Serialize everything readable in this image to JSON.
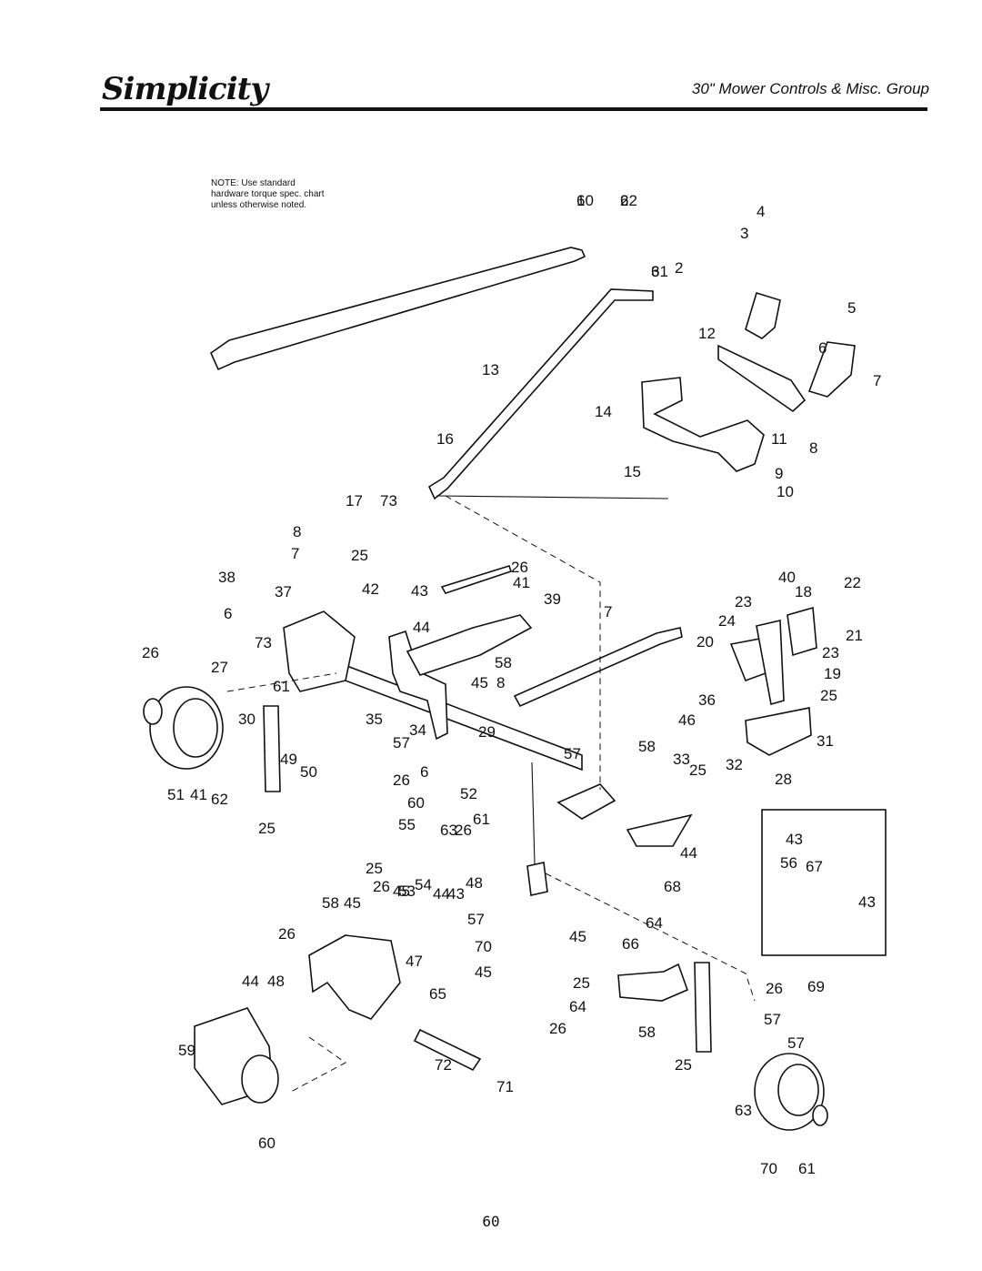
{
  "header": {
    "brand": "Simplicity",
    "title": "30\" Mower Controls & Misc. Group"
  },
  "note": {
    "text": "NOTE: Use standard hardware torque spec. chart unless otherwise noted."
  },
  "callouts": [
    "1",
    "2",
    "3",
    "2",
    "3",
    "4",
    "5",
    "6",
    "7",
    "8",
    "9",
    "10",
    "11",
    "12",
    "13",
    "14",
    "15",
    "16",
    "17",
    "73",
    "8",
    "7",
    "25",
    "26",
    "41",
    "39",
    "38",
    "37",
    "42",
    "6",
    "73",
    "43",
    "44",
    "7",
    "40",
    "18",
    "22",
    "23",
    "24",
    "21",
    "20",
    "23",
    "19",
    "25",
    "26",
    "27",
    "61",
    "58",
    "45",
    "8",
    "35",
    "36",
    "46",
    "31",
    "32",
    "28",
    "30",
    "29",
    "57",
    "34",
    "49",
    "50",
    "57",
    "58",
    "33",
    "25",
    "26",
    "6",
    "52",
    "51",
    "41",
    "62",
    "60",
    "61",
    "25",
    "55",
    "63",
    "26",
    "53",
    "54",
    "44",
    "43",
    "56",
    "25",
    "26",
    "45",
    "44",
    "43",
    "48",
    "68",
    "58",
    "45",
    "57",
    "64",
    "67",
    "43",
    "26",
    "47",
    "70",
    "45",
    "66",
    "45",
    "44",
    "48",
    "65",
    "25",
    "26",
    "69",
    "64",
    "57",
    "59",
    "26",
    "58",
    "72",
    "25",
    "57",
    "71",
    "63",
    "60",
    "70",
    "61",
    "60",
    "62",
    "61"
  ],
  "page_number": "60"
}
